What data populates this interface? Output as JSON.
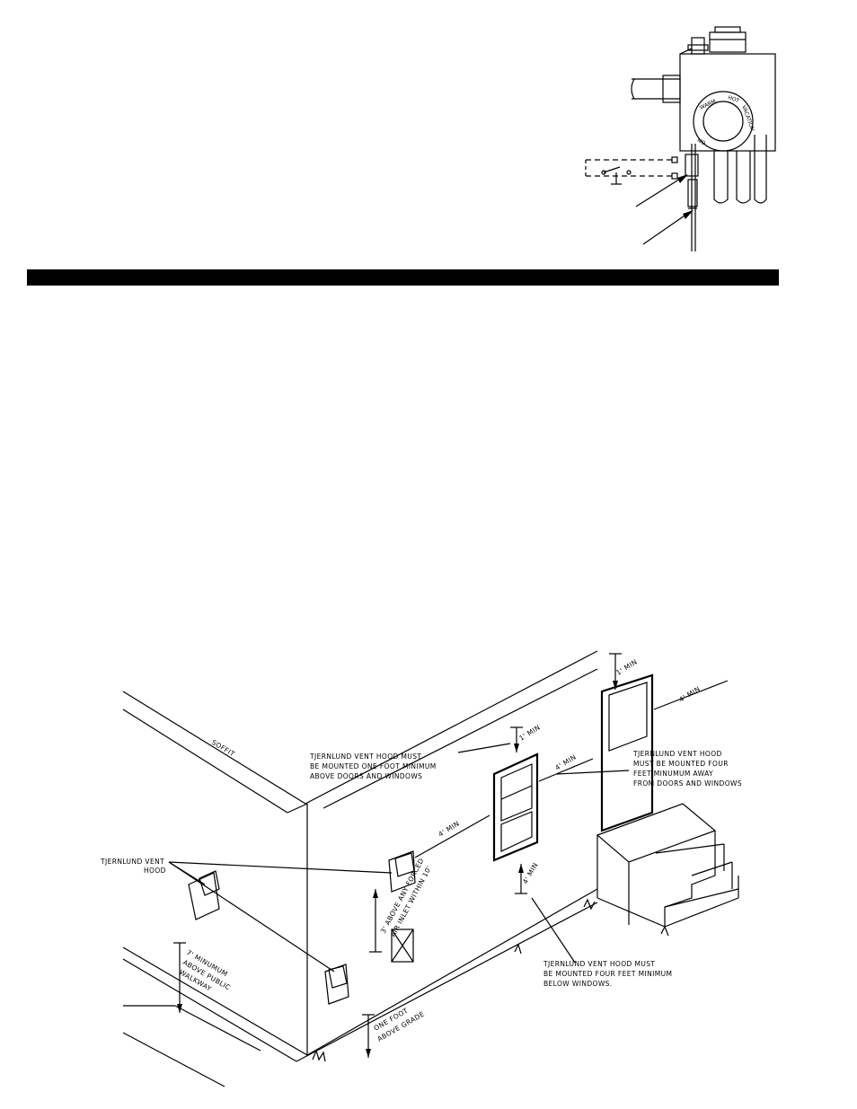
{
  "valve": {
    "dial_labels": [
      "WARM",
      "HOT",
      "VACATION",
      "ON"
    ]
  },
  "divider": {
    "color": "#000000"
  },
  "vent_diagram": {
    "soffit": "SOFFIT",
    "hood_label_1": "TJERNLUND VENT",
    "hood_label_2": "HOOD",
    "note_above_doors": [
      "TJERNLUND VENT HOOD MUST",
      "BE MOUNTED ONE FOOT MINIMUM",
      "ABOVE DOORS AND WINDOWS"
    ],
    "note_away_doors": [
      "TJERNLUND VENT HOOD",
      "MUST BE MOUNTED FOUR",
      "FEET MINUMUM AWAY",
      "FROM DOORS AND WINDOWS"
    ],
    "note_below_windows": [
      "TJERNLUND VENT HOOD MUST",
      "BE MOUNTED FOUR FEET MINIMUM",
      "BELOW WINDOWS."
    ],
    "dim_door_top": "1' MIN",
    "dim_door_side": "4' MIN",
    "dim_window_top": "1' MIN",
    "dim_window_door": "4' MIN",
    "dim_window_hood": "4' MIN",
    "dim_window_below": "4' MIN",
    "forced_air": [
      "3' ABOVE ANY FORCED",
      "AIR INLET WITHIN 10'"
    ],
    "walkway": [
      "7' MINUMUM",
      "ABOVE PUBLIC",
      "WALKWAY"
    ],
    "grade": [
      "ONE FOOT",
      "ABOVE GRADE"
    ]
  }
}
